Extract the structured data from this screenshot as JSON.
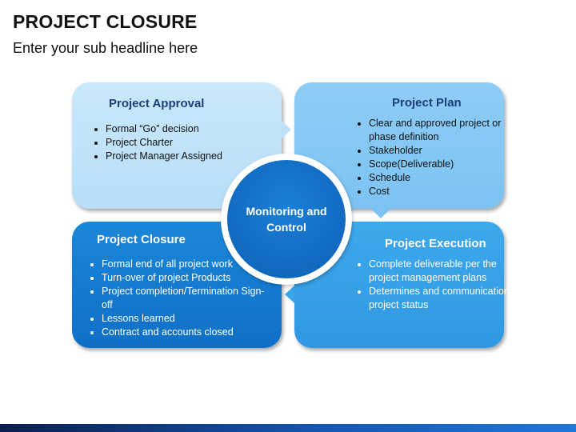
{
  "header": {
    "title": "PROJECT CLOSURE",
    "subtitle": "Enter your sub headline here"
  },
  "center": {
    "line1": "Monitoring and",
    "line2": "Control"
  },
  "quadrants": {
    "top_left": {
      "title": "Project Approval",
      "items": [
        "Formal “Go” decision",
        "Project Charter",
        "Project Manager Assigned"
      ]
    },
    "top_right": {
      "title": "Project Plan",
      "items": [
        "Clear and approved project or phase definition",
        "Stakeholder",
        "Scope(Deliverable)",
        "Schedule",
        "Cost"
      ]
    },
    "bottom_left": {
      "title": "Project Closure",
      "items": [
        "Formal end of all project work",
        "Turn-over of project Products",
        "Project completion/Termination Sign-off",
        "Lessons learned",
        "Contract and accounts closed"
      ]
    },
    "bottom_right": {
      "title": "Project Execution",
      "items": [
        "Complete deliverable per the project management plans",
        "Determines and communication project status"
      ]
    }
  },
  "colors": {
    "top_left": "#bee1f9",
    "top_right": "#7cc3f3",
    "bottom_left": "#1479cf",
    "bottom_right": "#35a0e8",
    "center": "#0d5fb6"
  }
}
